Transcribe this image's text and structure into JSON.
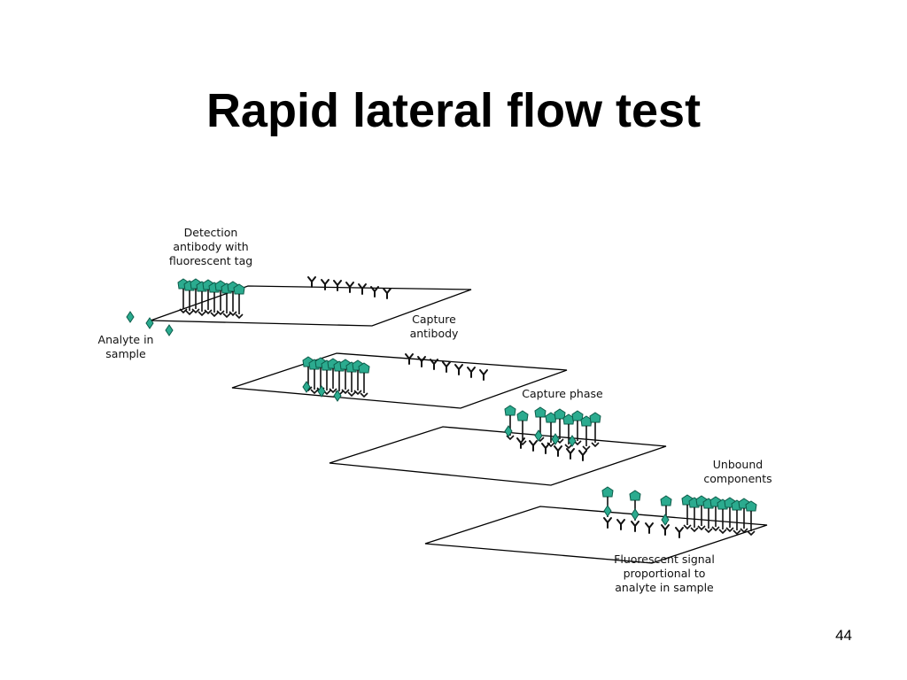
{
  "slide": {
    "title": "Rapid lateral flow test",
    "page_number": "44"
  },
  "labels": {
    "detection": [
      "Detection",
      "antibody with",
      "fluorescent tag"
    ],
    "analyte": [
      "Analyte in",
      "sample"
    ],
    "capture_antibody": [
      "Capture",
      "antibody"
    ],
    "capture_phase": "Capture phase",
    "unbound": [
      "Unbound",
      "components"
    ],
    "signal": [
      "Fluorescent signal",
      "proportional to",
      "analyte in sample"
    ]
  },
  "colors": {
    "tag": "#2bab8f",
    "tag_dark": "#0d5c4a",
    "strip": "#000000"
  }
}
